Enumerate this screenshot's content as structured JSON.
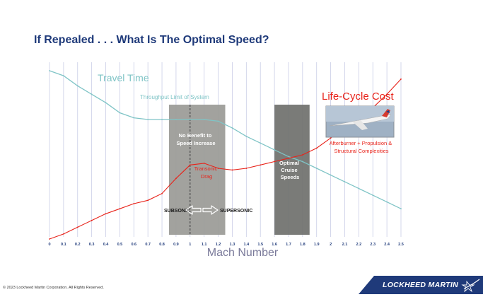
{
  "slide": {
    "title": "If Repealed . . . What Is The Optimal Speed?",
    "footer": "© 2023 Lockheed Martin Corporation. All Rights Reserved.",
    "logo_text": "LOCKHEED MARTIN"
  },
  "chart_data": {
    "type": "line",
    "xlabel": "Mach Number",
    "ylabel": "",
    "x": [
      "0",
      "0.1",
      "0.2",
      "0.3",
      "0.4",
      "0.5",
      "0.6",
      "0.7",
      "0.8",
      "0.9",
      "1",
      "1.1",
      "1.2",
      "1.3",
      "1.4",
      "1.5",
      "1.6",
      "1.7",
      "1.8",
      "1.9",
      "2",
      "2.1",
      "2.2",
      "2.3",
      "2.4",
      "2.5"
    ],
    "x_numeric": [
      0,
      0.1,
      0.2,
      0.3,
      0.4,
      0.5,
      0.6,
      0.7,
      0.8,
      0.9,
      1.0,
      1.1,
      1.2,
      1.3,
      1.4,
      1.5,
      1.6,
      1.7,
      1.8,
      1.9,
      2.0,
      2.1,
      2.2,
      2.3,
      2.4,
      2.5
    ],
    "ylim": [
      0,
      100
    ],
    "grid": true,
    "series": [
      {
        "name": "Travel Time",
        "color": "#7fc4c6",
        "values": [
          100,
          97,
          91,
          86,
          81,
          75,
          72,
          71,
          71,
          71,
          71,
          71,
          70,
          66,
          61,
          57,
          53,
          49,
          46,
          42,
          38,
          34,
          30,
          26,
          22,
          18
        ]
      },
      {
        "name": "Life-Cycle Cost",
        "color": "#e8231a",
        "values": [
          0,
          3,
          7,
          11,
          15,
          18,
          21,
          23,
          27,
          36,
          44,
          45,
          42,
          41,
          42,
          44,
          46,
          48,
          50,
          54,
          60,
          66,
          72,
          78,
          86,
          95
        ]
      }
    ],
    "regions": [
      {
        "label": "No Benefit to Speed Increase",
        "x_start": 0.85,
        "x_end": 1.25,
        "color": "#9a9a96"
      },
      {
        "label": "Optimal Cruise Speeds",
        "x_start": 1.6,
        "x_end": 1.85,
        "color": "#6f706c"
      }
    ],
    "reference_line": {
      "x": 1.0,
      "style": "dashed"
    },
    "annotations": {
      "travel_time": "Travel Time",
      "throughput": "Throughput Limit of System",
      "life_cycle_cost": "Life-Cycle Cost",
      "no_benefit": "No Benefit to Speed Increase",
      "transonic": "Transonic Drag",
      "optimal": "Optimal Cruise Speeds",
      "afterburner": "Afterburner + Propulsion & Structural Complexities",
      "subsonic": "SUBSONIC",
      "supersonic": "SUPERSONIC"
    }
  },
  "colors": {
    "title": "#1f3a7a",
    "travel_time": "#7fc4c6",
    "life_cycle_cost": "#e8231a",
    "grid": "#c9cde6",
    "logo_bar": "#1f3a7a"
  },
  "icons": {
    "aircraft": "concorde-image-icon",
    "logo": "lockheed-star-icon"
  }
}
